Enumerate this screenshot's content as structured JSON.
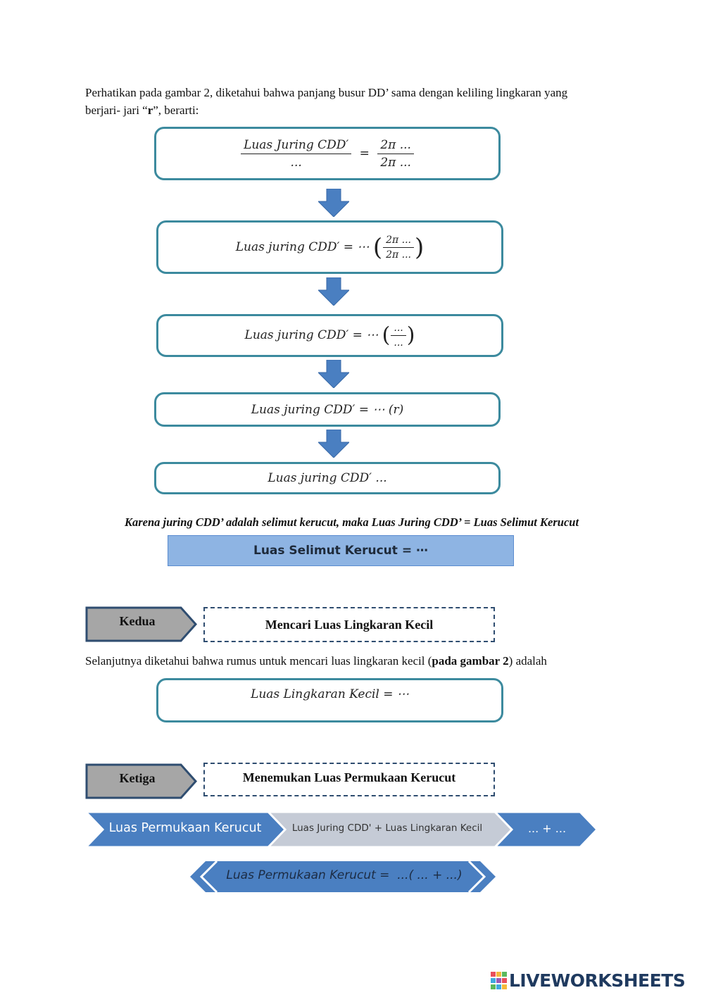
{
  "intro": {
    "line1": "Perhatikan pada gambar 2, diketahui bahwa panjang busur DD’ sama dengan keliling lingkaran yang",
    "line2_pre": "berjari- jari “",
    "line2_bold": "r",
    "line2_post": "”, berarti:"
  },
  "flow": {
    "box1": {
      "num": "Luas Juring CDD′",
      "den": "...",
      "eq": "=",
      "rnum": "2π ...",
      "rden": "2π ..."
    },
    "box2": {
      "lhs": "Luas juring CDD′ = ⋯",
      "num": "2π ...",
      "den": "2π ..."
    },
    "box3": {
      "lhs": "Luas juring CDD′ = ⋯",
      "num": "...",
      "den": "..."
    },
    "box4": {
      "text": "Luas juring CDD′ = ⋯ (r)"
    },
    "box5": {
      "text": "Luas juring CDD′ ..."
    }
  },
  "karena": "Karena juring CDD’ adalah selimut kerucut, maka Luas Juring CDD’ = Luas Selimut Kerucut",
  "selimut": "Luas Selimut Kerucut = ⋯",
  "kedua": {
    "label": "Kedua",
    "title": "Mencari Luas Lingkaran Kecil"
  },
  "selanjutnya": {
    "pre": "Selanjutnya diketahui bahwa rumus untuk mencari luas lingkaran kecil (",
    "bold": "pada gambar 2",
    "post": ") adalah"
  },
  "lingkaran": "Luas Lingkaran Kecil = ⋯",
  "ketiga": {
    "label": "Ketiga",
    "title": "Menemukan Luas Permukaan Kerucut"
  },
  "process": {
    "step1": "Luas Permukaan Kerucut",
    "step2": "Luas Juring CDD' + Luas Lingkaran Kecil",
    "step3": "... + ..."
  },
  "final": "Luas Permukaan Kerucut =  ...( ... + ...)",
  "logo": "LIVEWORKSHEETS",
  "colors": {
    "box_border": "#3c8a9e",
    "arrow": "#4a7fc1",
    "selimut_fill": "#8eb4e3",
    "chevron_blue": "#4a7fc1",
    "chevron_gray": "#c5cbd6",
    "label_gray": "#a6a6a6"
  }
}
